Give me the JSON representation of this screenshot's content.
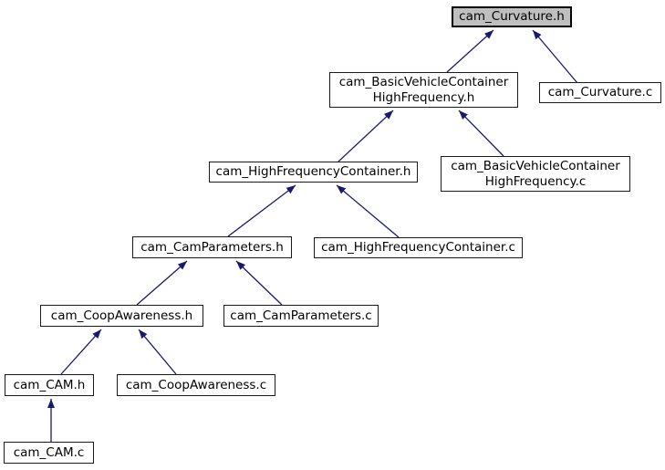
{
  "graph": {
    "type": "doxygen-include-dependency-graph",
    "highlighted_node": "cam_Curvature.h",
    "colors": {
      "edge": "#191970",
      "node_border": "#000000",
      "node_fill": "#ffffff",
      "highlight_fill": "#bfbfbf"
    },
    "nodes": [
      {
        "id": "cam_Curvature.h",
        "lines": [
          "cam_Curvature.h"
        ],
        "highlighted": true
      },
      {
        "id": "cam_BasicVehicleContainerHighFrequency.h",
        "lines": [
          "cam_BasicVehicleContainer",
          "HighFrequency.h"
        ]
      },
      {
        "id": "cam_Curvature.c",
        "lines": [
          "cam_Curvature.c"
        ]
      },
      {
        "id": "cam_HighFrequencyContainer.h",
        "lines": [
          "cam_HighFrequencyContainer.h"
        ]
      },
      {
        "id": "cam_BasicVehicleContainerHighFrequency.c",
        "lines": [
          "cam_BasicVehicleContainer",
          "HighFrequency.c"
        ]
      },
      {
        "id": "cam_CamParameters.h",
        "lines": [
          "cam_CamParameters.h"
        ]
      },
      {
        "id": "cam_HighFrequencyContainer.c",
        "lines": [
          "cam_HighFrequencyContainer.c"
        ]
      },
      {
        "id": "cam_CoopAwareness.h",
        "lines": [
          "cam_CoopAwareness.h"
        ]
      },
      {
        "id": "cam_CamParameters.c",
        "lines": [
          "cam_CamParameters.c"
        ]
      },
      {
        "id": "cam_CAM.h",
        "lines": [
          "cam_CAM.h"
        ]
      },
      {
        "id": "cam_CoopAwareness.c",
        "lines": [
          "cam_CoopAwareness.c"
        ]
      },
      {
        "id": "cam_CAM.c",
        "lines": [
          "cam_CAM.c"
        ]
      }
    ],
    "edges": [
      {
        "from": "cam_BasicVehicleContainerHighFrequency.h",
        "to": "cam_Curvature.h"
      },
      {
        "from": "cam_Curvature.c",
        "to": "cam_Curvature.h"
      },
      {
        "from": "cam_HighFrequencyContainer.h",
        "to": "cam_BasicVehicleContainerHighFrequency.h"
      },
      {
        "from": "cam_BasicVehicleContainerHighFrequency.c",
        "to": "cam_BasicVehicleContainerHighFrequency.h"
      },
      {
        "from": "cam_CamParameters.h",
        "to": "cam_HighFrequencyContainer.h"
      },
      {
        "from": "cam_HighFrequencyContainer.c",
        "to": "cam_HighFrequencyContainer.h"
      },
      {
        "from": "cam_CoopAwareness.h",
        "to": "cam_CamParameters.h"
      },
      {
        "from": "cam_CamParameters.c",
        "to": "cam_CamParameters.h"
      },
      {
        "from": "cam_CAM.h",
        "to": "cam_CoopAwareness.h"
      },
      {
        "from": "cam_CoopAwareness.c",
        "to": "cam_CoopAwareness.h"
      },
      {
        "from": "cam_CAM.c",
        "to": "cam_CAM.h"
      }
    ]
  }
}
